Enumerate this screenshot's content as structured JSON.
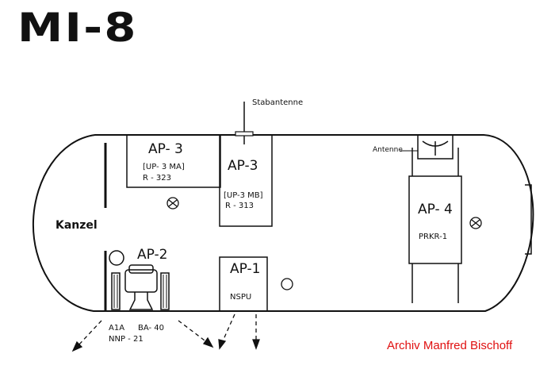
{
  "title": "MI-8",
  "labels": {
    "stabantenne": "Stabantenne",
    "antenne": "Antenne",
    "kanzel": "Kanzel"
  },
  "units": {
    "ap3_left": {
      "name": "AP- 3",
      "line1": "[UP- 3 MA]",
      "line2": "R - 323"
    },
    "ap3_center": {
      "name": "AP-3",
      "line1": "[UP-3 MB]",
      "line2": "R - 313"
    },
    "ap4": {
      "name": "AP- 4",
      "line1": "PRKR-1"
    },
    "ap2": {
      "name": "AP-2"
    },
    "ap1": {
      "name": "AP-1",
      "line1": "NSPU"
    }
  },
  "bottom_labels": {
    "a1a": "A1A",
    "ba40": "BA- 40",
    "nnp21": "NNP - 21"
  },
  "credit": {
    "text": "Archiv Manfred Bischoff",
    "color": "#e01010"
  },
  "colors": {
    "ink": "#111111",
    "paper": "#ffffff"
  }
}
